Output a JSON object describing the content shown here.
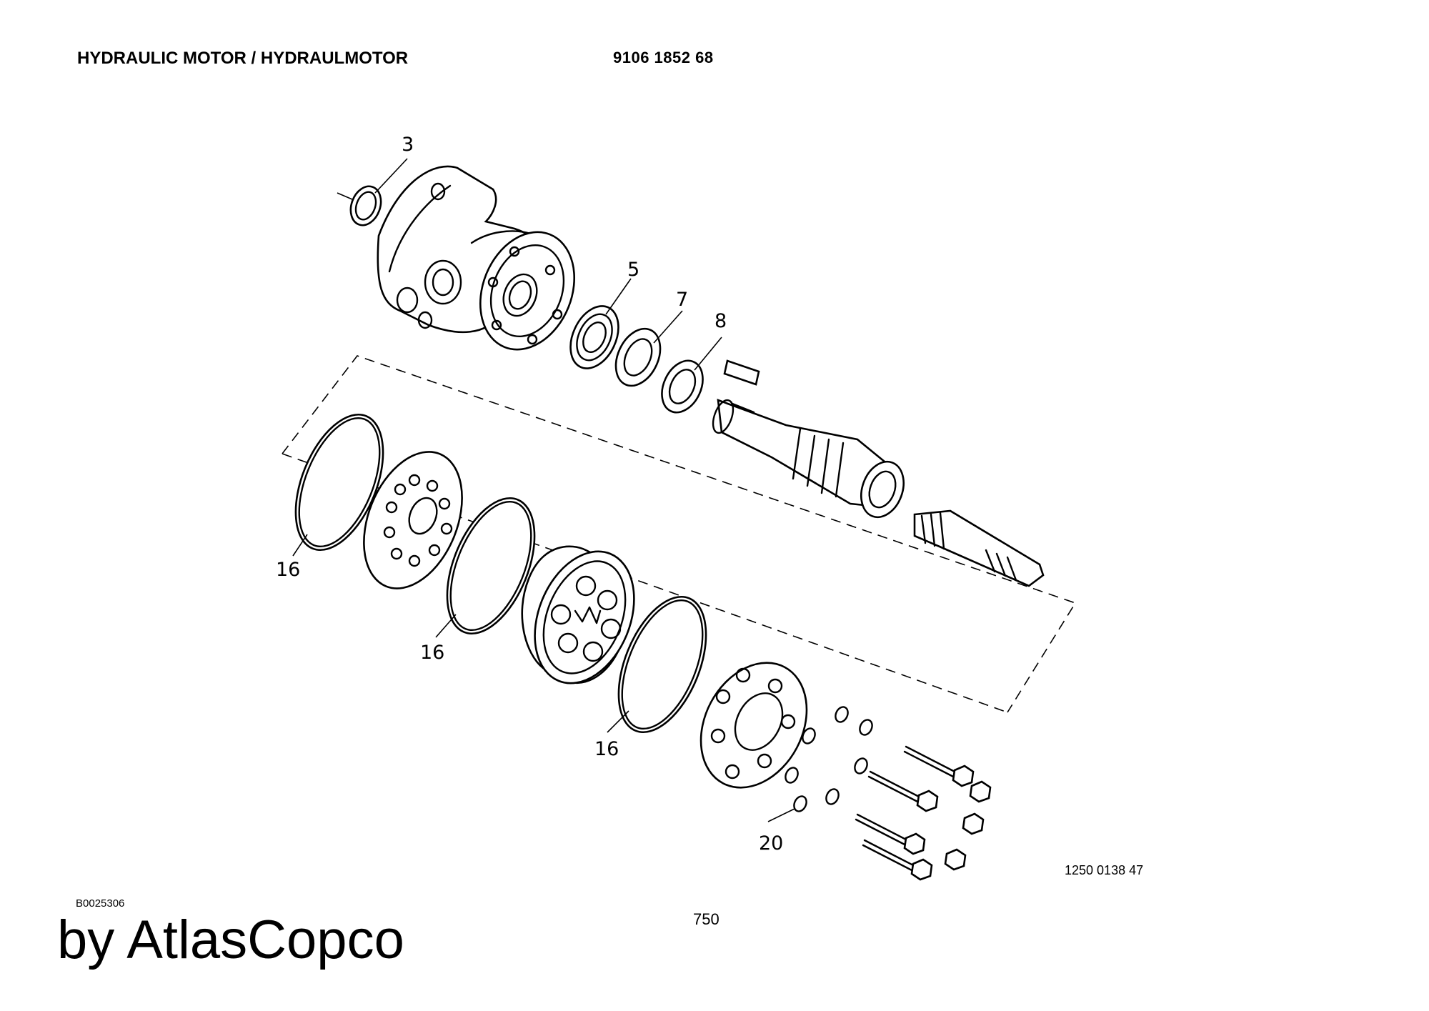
{
  "header": {
    "title": "HYDRAULIC MOTOR / HYDRAULMOTOR",
    "part_number": "9106 1852 68"
  },
  "footer": {
    "reference_code": "B0025306",
    "page_number": "750",
    "drawing_number": "1250 0138 47",
    "brand": "by AtlasCopco"
  },
  "callouts": {
    "c3": "3",
    "c5": "5",
    "c7": "7",
    "c8": "8",
    "c16a": "16",
    "c16b": "16",
    "c16c": "16",
    "c20": "20"
  }
}
